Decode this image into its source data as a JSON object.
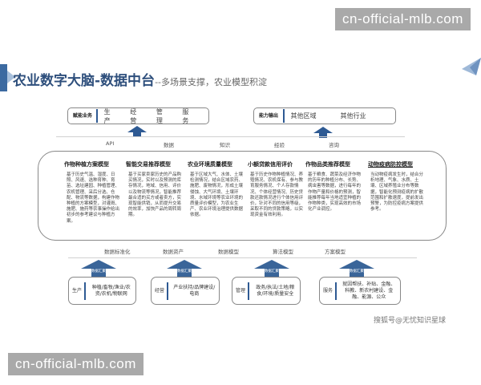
{
  "watermarks": [
    "cn-official-mlb.com",
    "cn-official-mlb.com"
  ],
  "header": {
    "title": "农业数字大脑-数据中台",
    "subtitle": "--多场景支撑，农业模型积淀"
  },
  "top_boxes": [
    {
      "label": "赋能业务",
      "items": [
        "生产",
        "经营",
        "管理",
        "服务"
      ]
    },
    {
      "label": "能力输出",
      "items": [
        "其他区域",
        "其他行业"
      ]
    }
  ],
  "service_layer": [
    "API",
    "数据",
    "知识",
    "经验",
    "咨询"
  ],
  "models": [
    {
      "title": "作物种植方案模型",
      "text": "基于历史气温、湿度、日照、风速、选种育种、育苗、选址建园、种植管理、农机管理、采后分选、仓配、物流等数据，构建作物种植的方案模型，对灌溉、施肥、施药等农事操作给出初步的参考建议与种植方案。"
    },
    {
      "title": "智能交易推荐模型",
      "text": "基于买家卖家历史的产品购买情况，实时以及预测的库存情况，地域、信用、评价以及物流等情况，智能推荐最合适的买方或者卖方，实现智能供销，从而提升交易的效率，加快产品的周转周期。"
    },
    {
      "title": "农业环境质量模型",
      "text": "基于区域大气、水体、土壤检测情况，结合区域农药、施肥、废物情况，形成土壤侵蚀、大气环境、土壤环境、水域环境等农业环境的质量评价模型，为农业生产、农业环境治理提供数据依据。"
    },
    {
      "title": "小额贷款信用评价",
      "text": "基于历史作物种植情况、养殖情况、农机保有、参与教育服务情况、个人存款情况、个体经营情况、历史贷款还款情况进行个体信用评价，针对不同的信用等级，采取不同的贷款策略，以实现资金有效利用。"
    },
    {
      "title": "作物品类推荐模型",
      "text": "基于粮食、蔬菜及经济作物的历年的种植分布、长势、病虫害等数据，进行每年的作物产量和价格的预测，智能推荐每年当地适宜种植的作物种类，实现高效的市场化产业调控。"
    },
    {
      "title": "动物疫病防控模型",
      "text": "当动物疫病发生时，结合分析地理、气象、水质、土壤、区域养殖业分布等数据，智能化预测疫病的扩散范围和扩散速度，提前发出预警，为防控疫病方案提供参考。"
    }
  ],
  "data_layer": [
    "数据标准化",
    "数据资产",
    "数据模型",
    "算法模型",
    "方案模型"
  ],
  "arrow_label": "数据汇聚",
  "bottom_boxes": [
    {
      "label": "生产",
      "text": "种植/畜牧/渔业/农资/农机/物联网"
    },
    {
      "label": "经营",
      "text": "产业扶持/品牌建设/电商"
    },
    {
      "label": "管理",
      "text": "政务/执法/土地/粮食/环境/质量安全"
    },
    {
      "label": "服务",
      "text": "就因帮扶、补贴、金融、科教、新农村建设、金融、能源、公众"
    }
  ],
  "source": "搜狐号@无忧知识星球",
  "colors": {
    "accent": "#2e5a93",
    "title": "#2e4f7c",
    "arrow": "#3a6599"
  }
}
